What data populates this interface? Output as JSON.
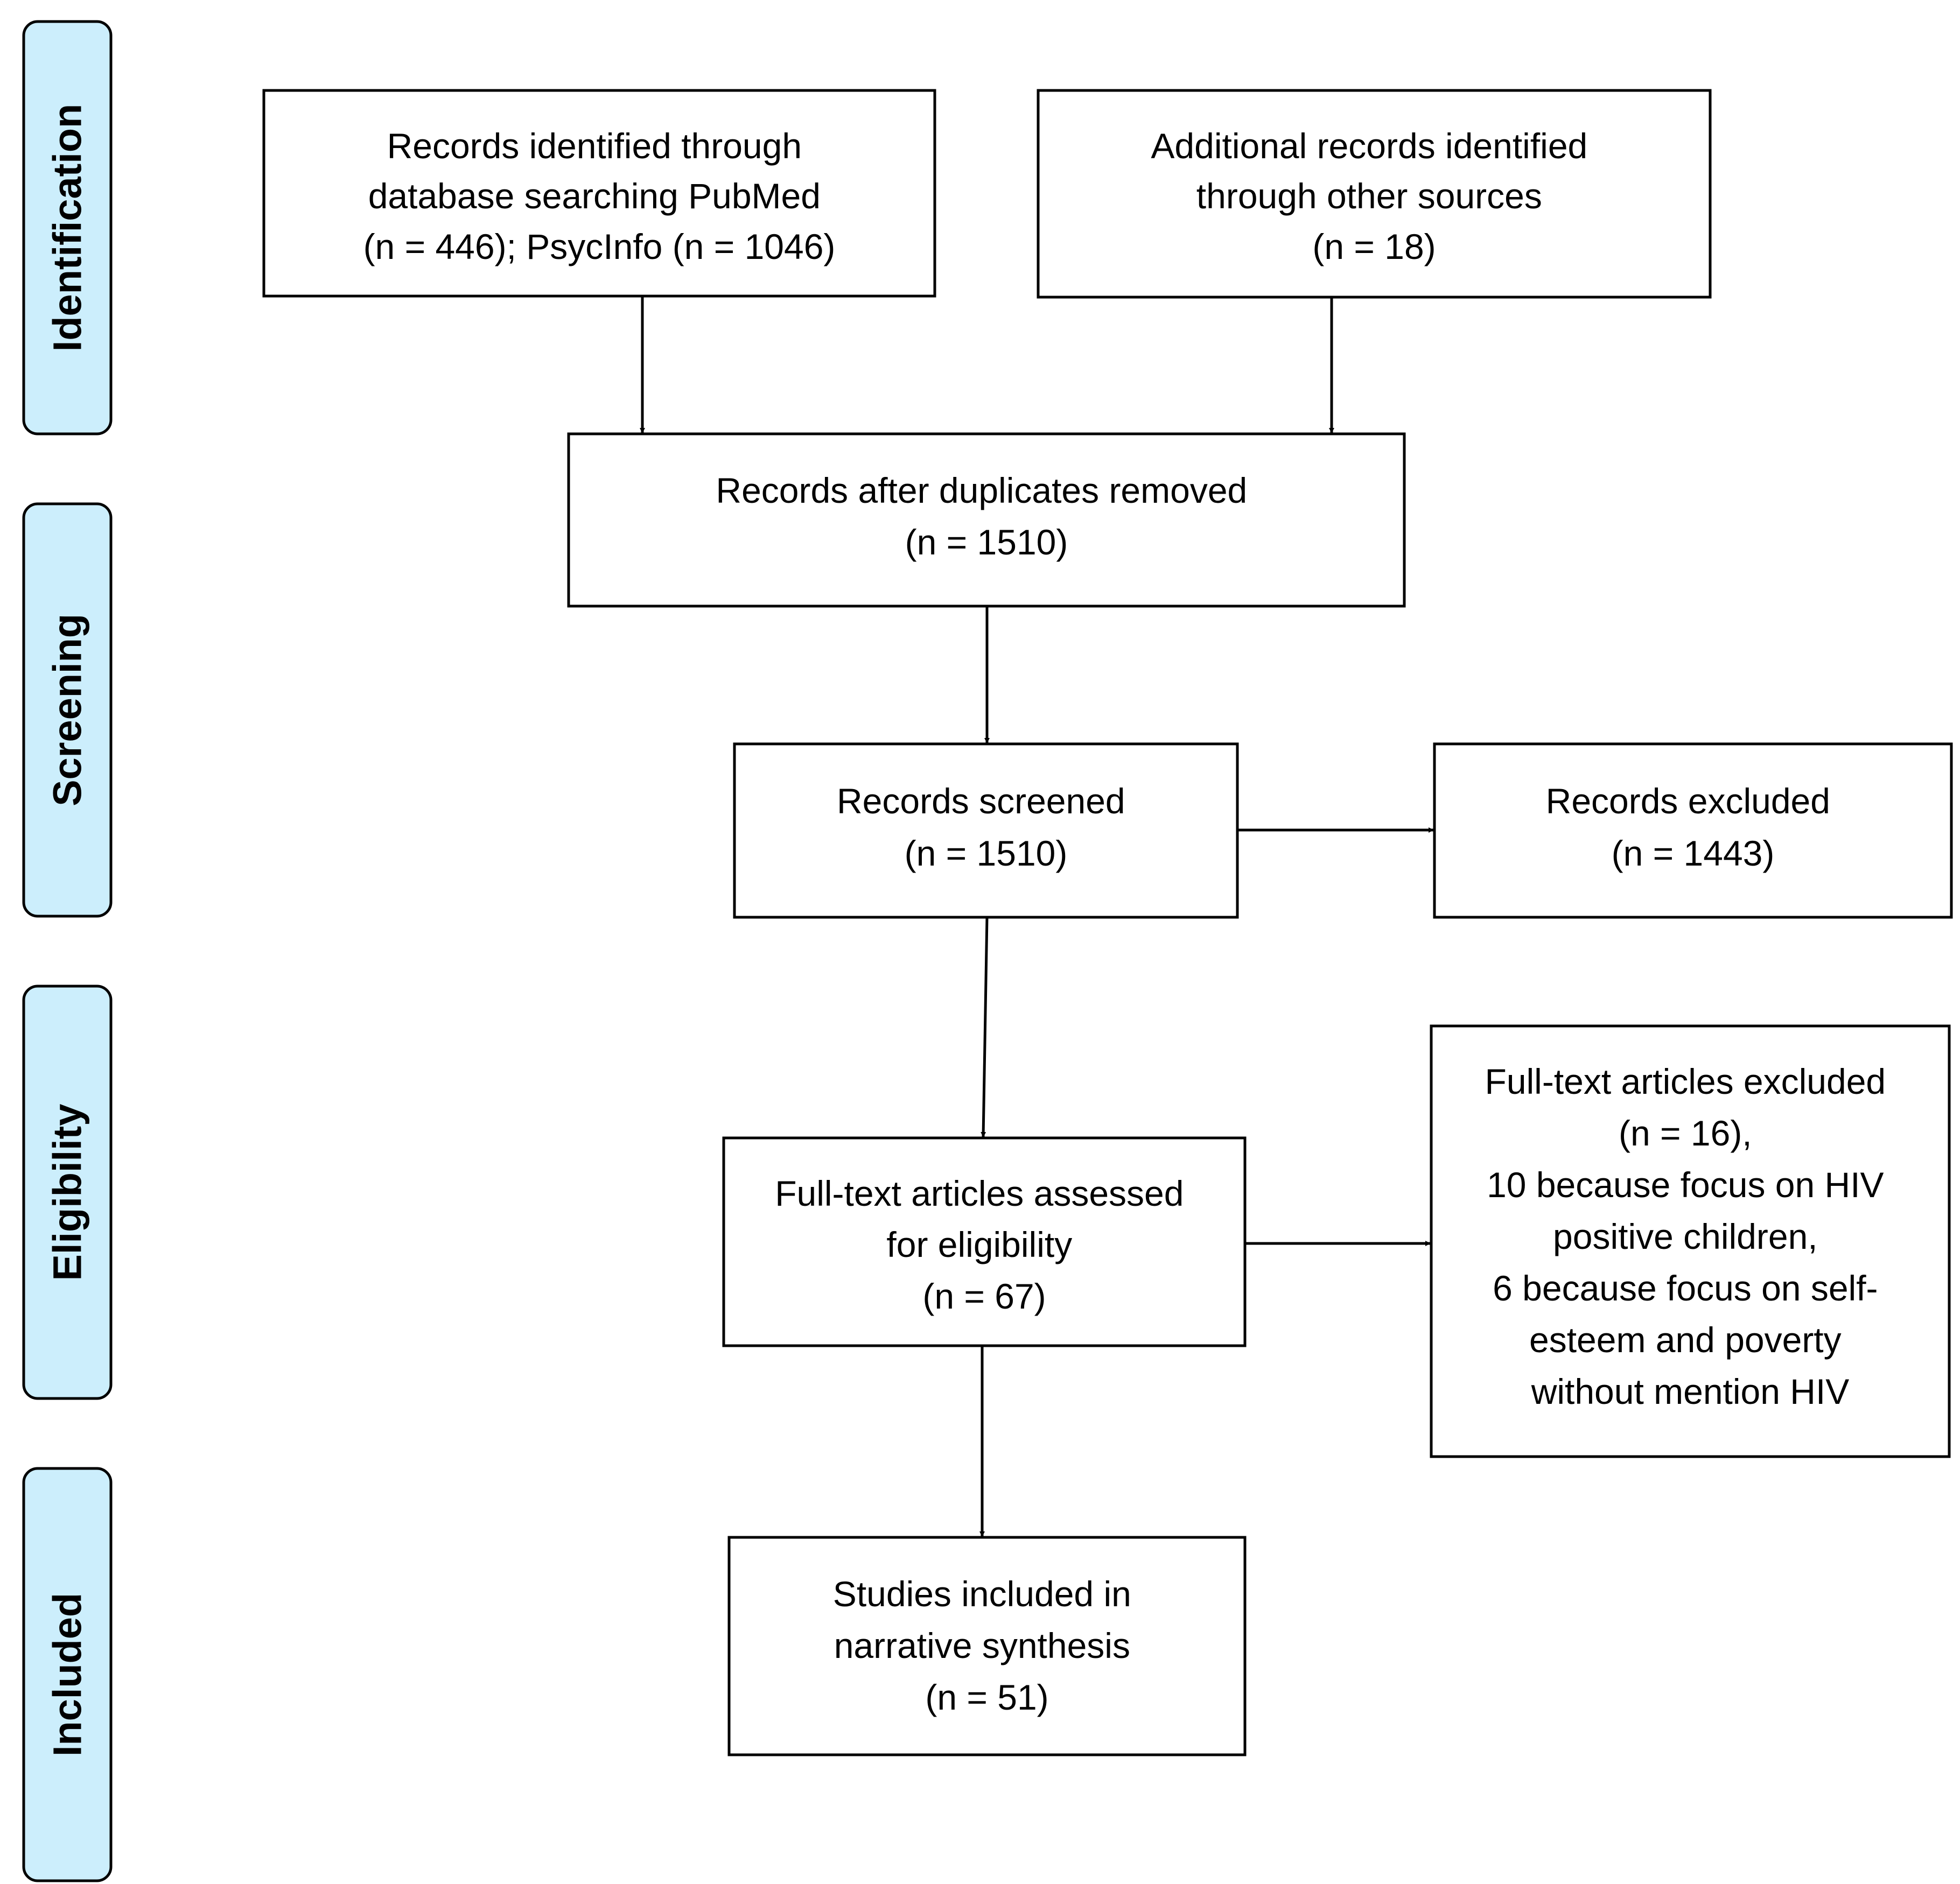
{
  "stages": [
    {
      "id": "identification",
      "label": "Identification"
    },
    {
      "id": "screening",
      "label": "Screening"
    },
    {
      "id": "eligibility",
      "label": "Eligibility"
    },
    {
      "id": "included",
      "label": "Included"
    }
  ],
  "boxes": {
    "records_identified": {
      "lines": [
        "Records identified through",
        "database searching PubMed",
        "(n = 446); PsycInfo (n = 1046)"
      ]
    },
    "additional_records": {
      "lines": [
        "Additional records identified",
        "through other sources",
        "(n = 18)"
      ]
    },
    "after_duplicates": {
      "lines": [
        "Records after duplicates removed",
        "(n = 1510)"
      ]
    },
    "screened": {
      "lines": [
        "Records screened",
        "(n = 1510)"
      ]
    },
    "excluded": {
      "lines": [
        "Records excluded",
        "(n = 1443)"
      ]
    },
    "fulltext_assessed": {
      "lines": [
        "Full-text articles assessed",
        "for eligibility",
        "(n = 67)"
      ]
    },
    "fulltext_excluded": {
      "lines": [
        "Full-text articles excluded",
        "(n = 16),",
        "10 because focus on HIV",
        "positive children,",
        "6 because focus on self-",
        "esteem and poverty",
        "without mention HIV"
      ]
    },
    "included": {
      "lines": [
        "Studies included in",
        "narrative synthesis",
        "(n = 51)"
      ]
    }
  },
  "colors": {
    "stage_fill": "#cceefc",
    "stroke": "#000000",
    "text": "#000000"
  }
}
